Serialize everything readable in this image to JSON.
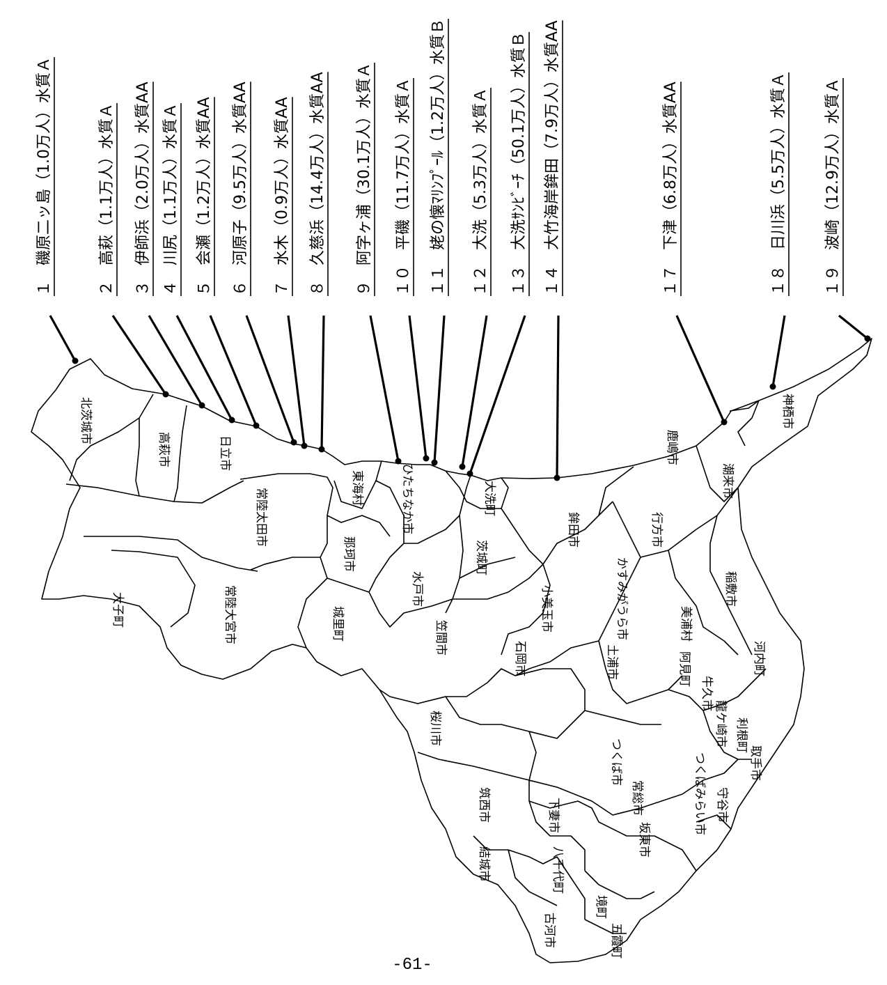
{
  "beaches": [
    {
      "label": "１　磯原二ッ島（1.0万人）水質Ａ"
    },
    {
      "label": "２　高萩（1.1万人）水質Ａ"
    },
    {
      "label": "３　伊師浜（2.0万人）水質AA"
    },
    {
      "label": "４　川尻（1.1万人）水質Ａ"
    },
    {
      "label": "５　会瀬（1.2万人）水質AA"
    },
    {
      "label": "６　河原子（9.5万人）水質AA"
    },
    {
      "label": "７　水木（0.9万人）水質AA"
    },
    {
      "label": "８　久慈浜（14.4万人）水質AA"
    },
    {
      "label": "９　阿字ヶ浦（30.1万人）水質Ａ"
    },
    {
      "label": "１０　平磯（11.7万人）水質Ａ"
    },
    {
      "label": "１１　姥の懐ﾏﾘﾝﾌﾟｰﾙ（1.2万人）水質Ｂ"
    },
    {
      "label": "１２　大洗（5.3万人）水質Ａ"
    },
    {
      "label": "１３　大洗ｻﾝﾋﾞｰﾁ（50.1万人）水質Ｂ"
    },
    {
      "label": "１４　大竹海岸鉾田（7.9万人）水質AA"
    },
    {
      "label": "１７　下津（6.8万人）水質AA"
    },
    {
      "label": "１８　日川浜（5.5万人）水質Ａ"
    },
    {
      "label": "１９　波崎（12.9万人）水質Ａ"
    }
  ],
  "municipalities": [
    "北茨城市",
    "高萩市",
    "日立市",
    "常陸太田市",
    "東海村",
    "那珂市",
    "ひたちなか市",
    "大洗町",
    "鉾田市",
    "鹿嶋市",
    "神栖市",
    "潮来市",
    "行方市",
    "大子町",
    "常陸大宮市",
    "城里町",
    "水戸市",
    "茨城町",
    "小美玉市",
    "かすみがうら市",
    "笠間市",
    "石岡市",
    "土浦市",
    "美浦村",
    "稲敷市",
    "阿見町",
    "牛久市",
    "河内町",
    "龍ケ崎市",
    "利根町",
    "桜川市",
    "つくば市",
    "取手市",
    "つくばみらい市",
    "守谷市",
    "常総市",
    "筑西市",
    "下妻市",
    "結城市",
    "八千代町",
    "坂東市",
    "境町",
    "古河市",
    "五霞町"
  ],
  "page_number": "-61-"
}
